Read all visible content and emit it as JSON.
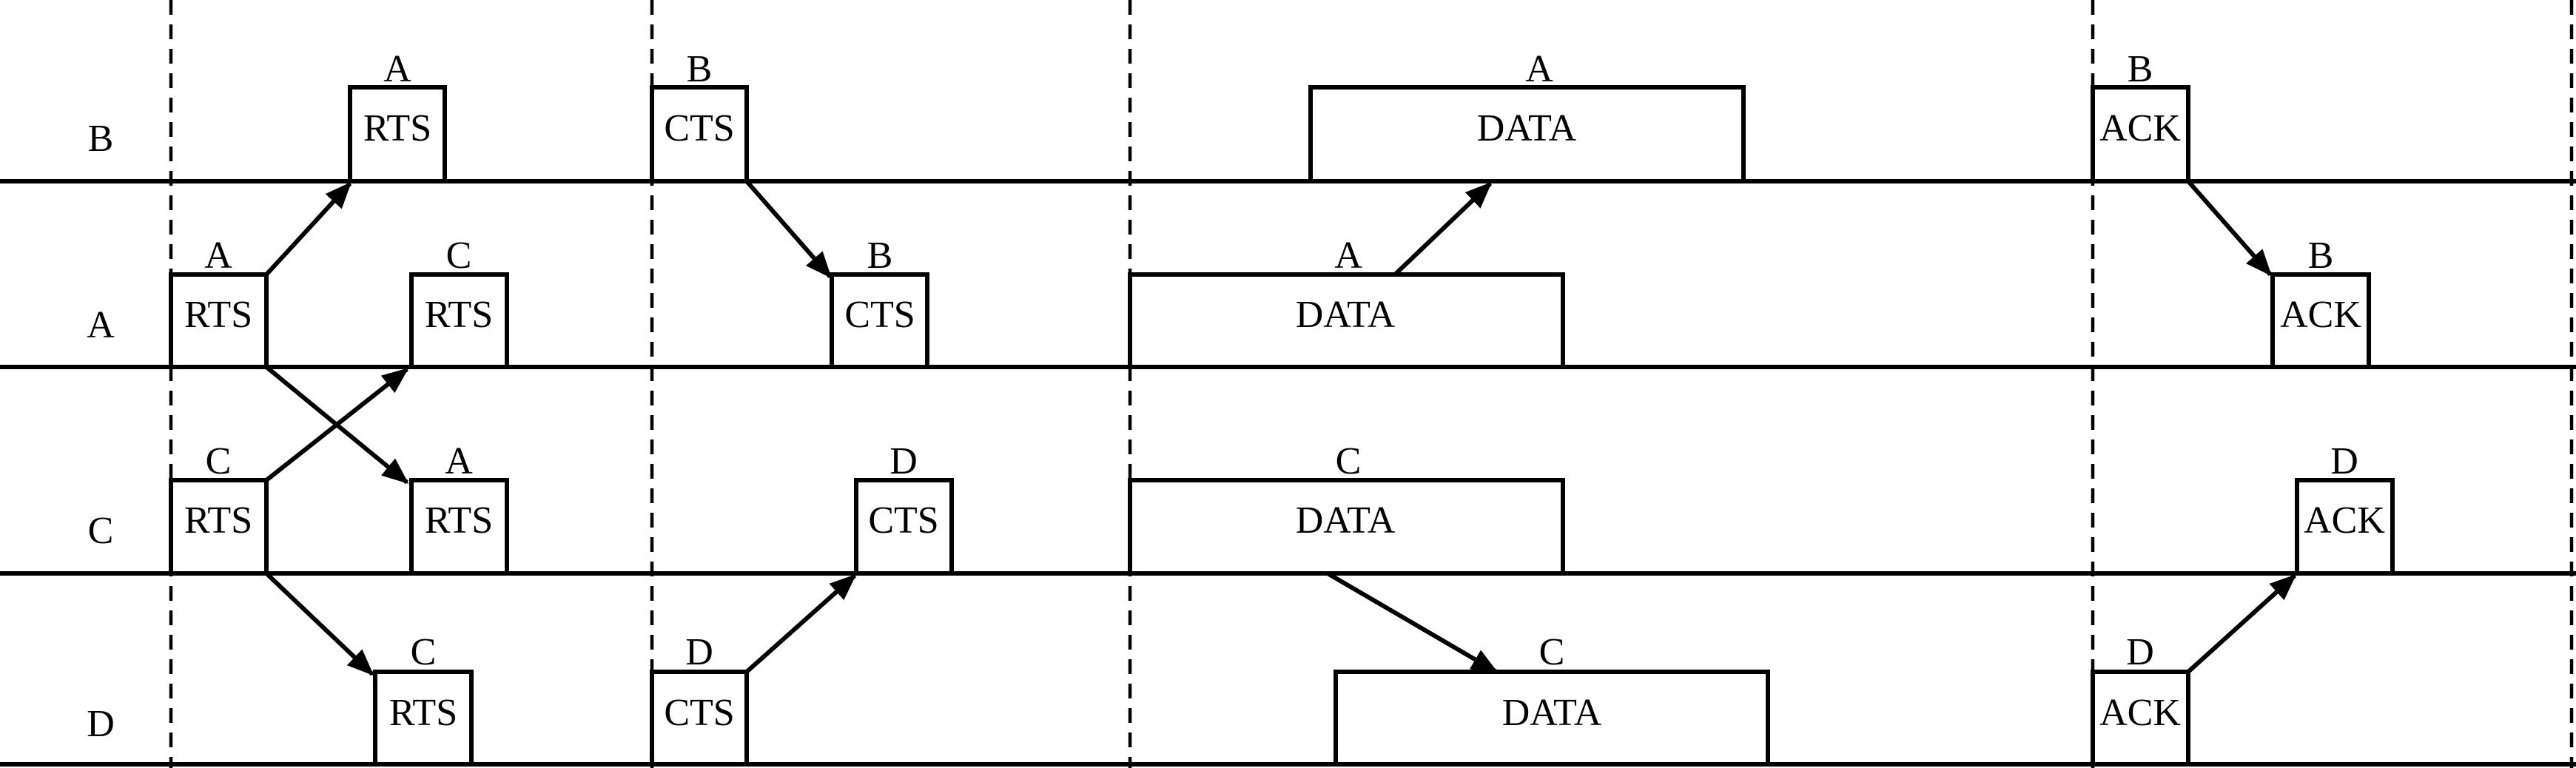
{
  "rows": [
    "B",
    "A",
    "C",
    "D"
  ],
  "frames": [
    {
      "row": "B",
      "type": "RTS",
      "node": "A"
    },
    {
      "row": "B",
      "type": "CTS",
      "node": "B"
    },
    {
      "row": "B",
      "type": "DATA",
      "node": "A"
    },
    {
      "row": "B",
      "type": "ACK",
      "node": "B"
    },
    {
      "row": "A",
      "type": "RTS",
      "node": "A"
    },
    {
      "row": "A",
      "type": "RTS",
      "node": "C"
    },
    {
      "row": "A",
      "type": "CTS",
      "node": "B"
    },
    {
      "row": "A",
      "type": "DATA",
      "node": "A"
    },
    {
      "row": "A",
      "type": "ACK",
      "node": "B"
    },
    {
      "row": "C",
      "type": "RTS",
      "node": "C"
    },
    {
      "row": "C",
      "type": "RTS",
      "node": "A"
    },
    {
      "row": "C",
      "type": "CTS",
      "node": "D"
    },
    {
      "row": "C",
      "type": "DATA",
      "node": "C"
    },
    {
      "row": "C",
      "type": "ACK",
      "node": "D"
    },
    {
      "row": "D",
      "type": "RTS",
      "node": "C"
    },
    {
      "row": "D",
      "type": "CTS",
      "node": "D"
    },
    {
      "row": "D",
      "type": "DATA",
      "node": "C"
    },
    {
      "row": "D",
      "type": "ACK",
      "node": "D"
    }
  ]
}
